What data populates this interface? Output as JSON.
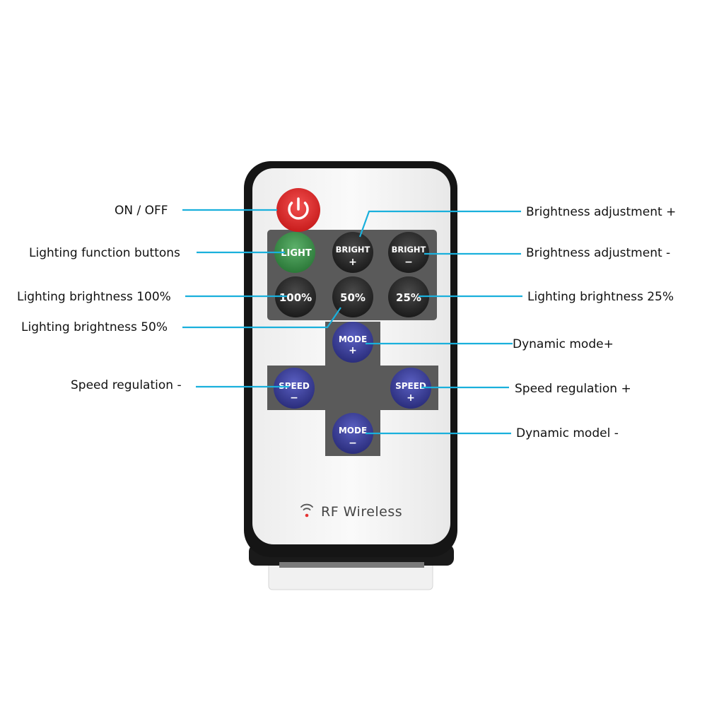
{
  "remote": {
    "power_icon": "power-icon",
    "buttons": {
      "light": {
        "label": "LIGHT",
        "color": "#3a8c48"
      },
      "bright_plus": {
        "label": "BRIGHT",
        "sub": "+"
      },
      "bright_minus": {
        "label": "BRIGHT",
        "sub": "−"
      },
      "b100": {
        "label": "100%"
      },
      "b50": {
        "label": "50%"
      },
      "b25": {
        "label": "25%"
      },
      "mode_plus": {
        "label": "MODE",
        "sub": "+"
      },
      "mode_minus": {
        "label": "MODE",
        "sub": "−"
      },
      "speed_minus": {
        "label": "SPEED",
        "sub": "−"
      },
      "speed_plus": {
        "label": "SPEED",
        "sub": "+"
      }
    },
    "brand": {
      "icon": "wifi-icon",
      "text": "RF Wireless"
    }
  },
  "callouts": {
    "on_off": "ON / OFF",
    "lighting_function": "Lighting function buttons",
    "brightness_100": "Lighting brightness 100%",
    "brightness_50": "Lighting brightness 50%",
    "speed_minus": "Speed regulation -",
    "brightness_plus": "Brightness adjustment +",
    "brightness_minus": "Brightness adjustment -",
    "brightness_25": "Lighting brightness 25%",
    "mode_plus": "Dynamic mode+",
    "speed_plus": "Speed regulation +",
    "mode_minus": "Dynamic model -"
  },
  "colors": {
    "leader_line": "#1ab0dc",
    "power_button": "#e02a2a",
    "dark_button": "#2b2b2b",
    "blue_button": "#3a3d9a",
    "panel": "#555555"
  }
}
